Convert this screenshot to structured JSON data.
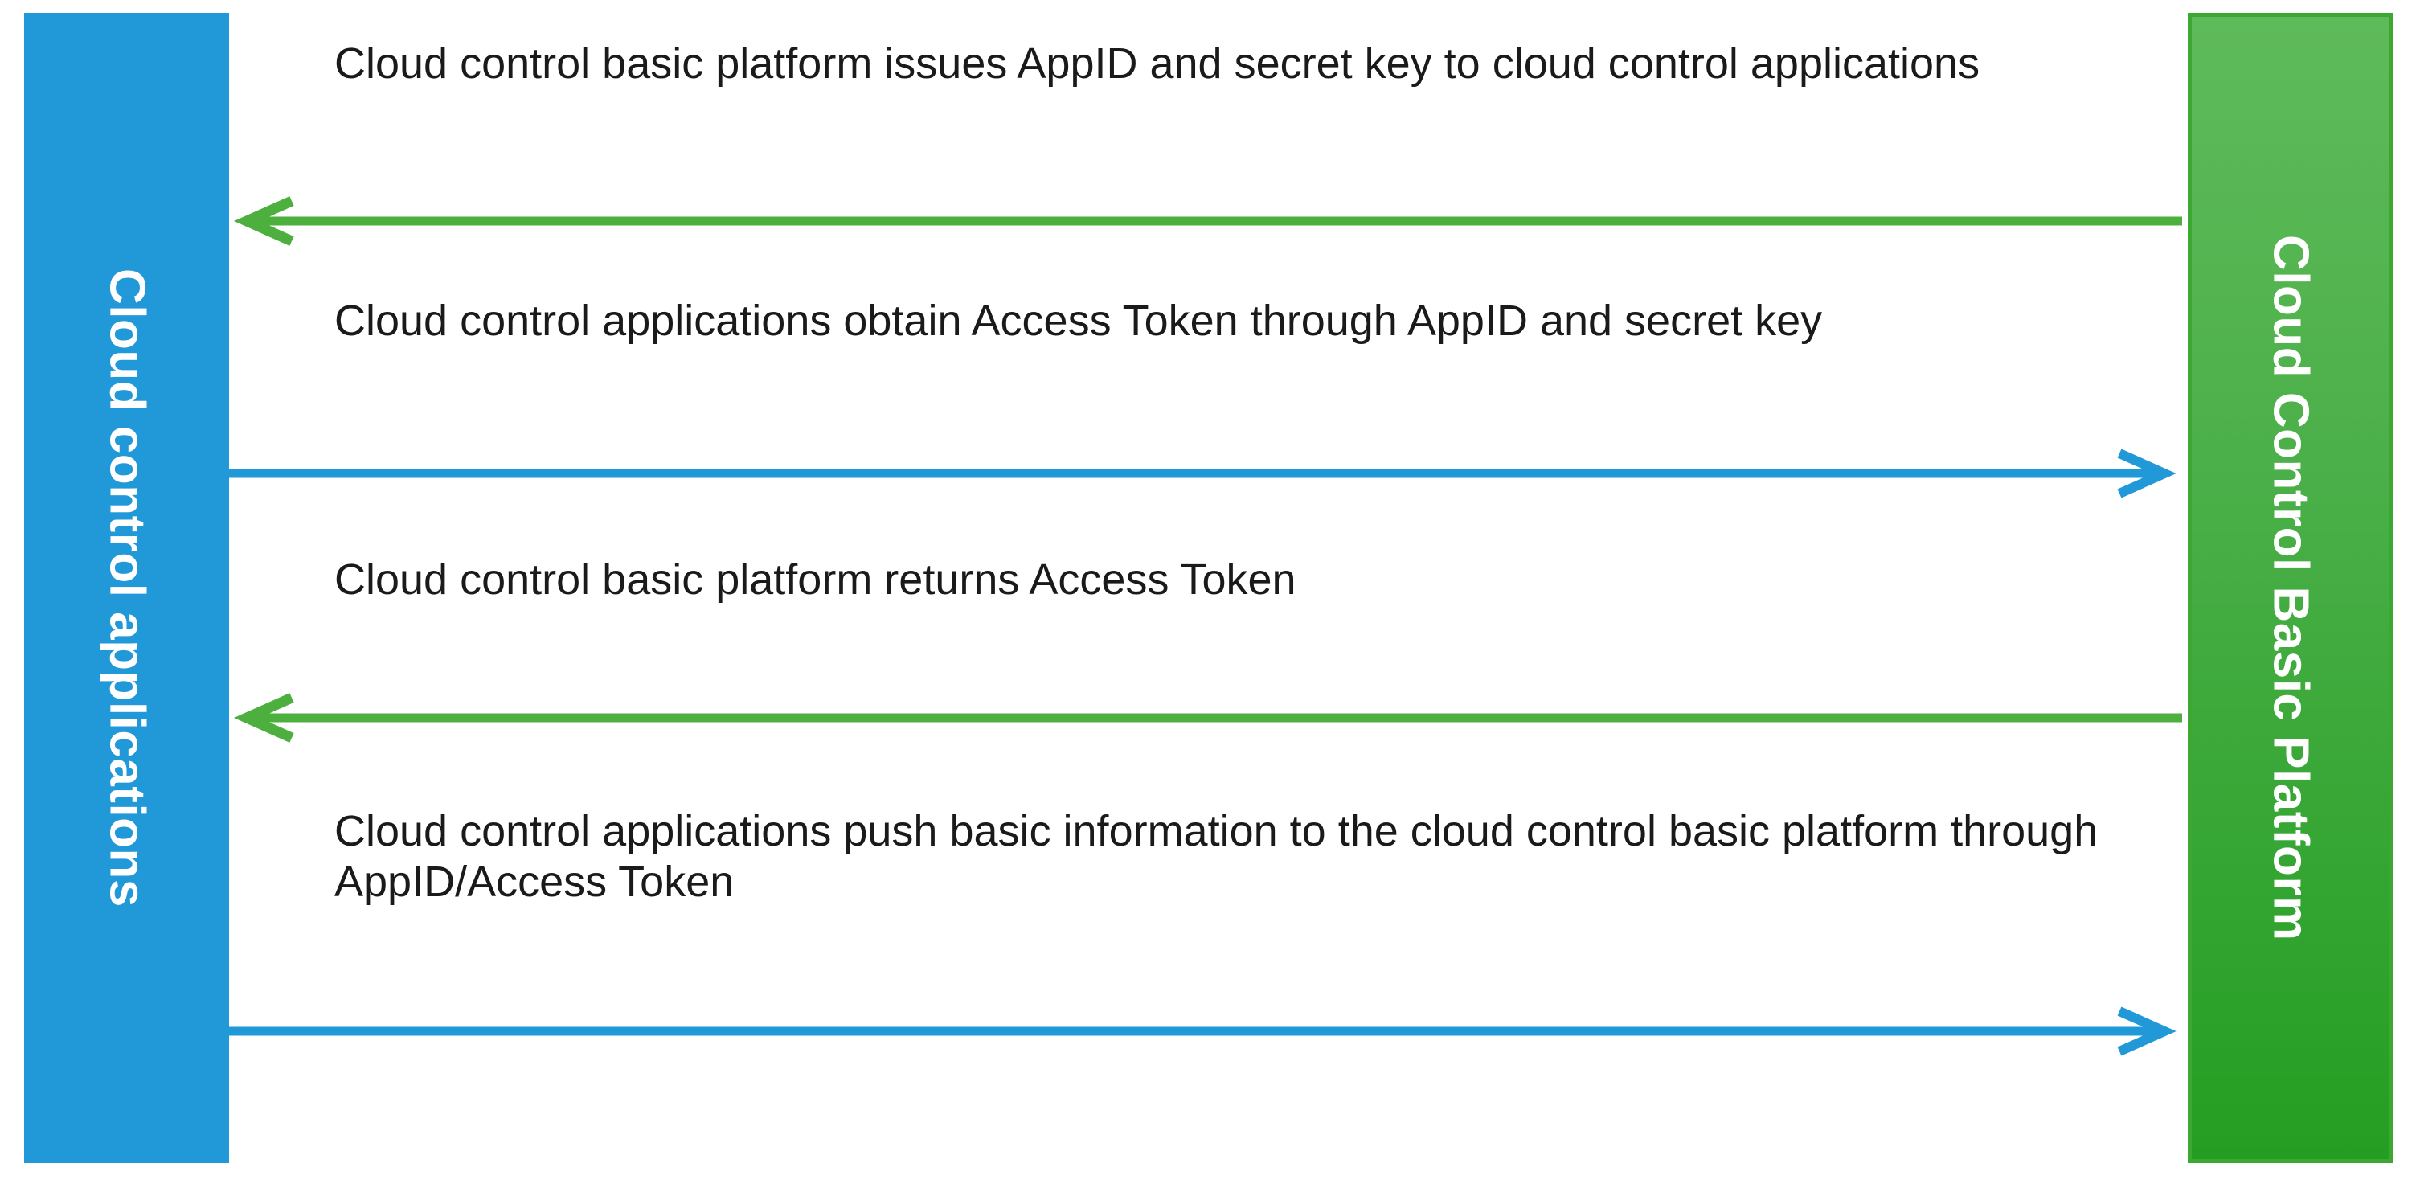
{
  "diagram": {
    "type": "sequence-diagram",
    "title": "",
    "background_color": "#FFFFFF",
    "actors": [
      {
        "id": "cloud-control-applications",
        "label": "Cloud control applications",
        "side": "left",
        "fill_color": "#2199D8",
        "text_color": "#FFFFFF"
      },
      {
        "id": "cloud-control-basic-platform",
        "label": "Cloud Control Basic Platform",
        "side": "right",
        "fill_color_top": "#5FBB5A",
        "fill_color_bottom": "#249E22",
        "border_color": "#3CA832",
        "text_color": "#FFFFFF"
      }
    ],
    "messages": [
      {
        "index": 1,
        "label": "Cloud control basic platform issues AppID and secret key to cloud control applications",
        "direction": "right-to-left",
        "from": "cloud-control-basic-platform",
        "to": "cloud-control-applications",
        "color": "#4CAF3E",
        "arrowhead": "open-chevron"
      },
      {
        "index": 2,
        "label": "Cloud control applications obtain Access Token through AppID and secret key",
        "direction": "left-to-right",
        "from": "cloud-control-applications",
        "to": "cloud-control-basic-platform",
        "color": "#2199D8",
        "arrowhead": "open-chevron"
      },
      {
        "index": 3,
        "label": "Cloud control basic platform returns Access Token",
        "direction": "right-to-left",
        "from": "cloud-control-basic-platform",
        "to": "cloud-control-applications",
        "color": "#4CAF3E",
        "arrowhead": "open-chevron"
      },
      {
        "index": 4,
        "label": "Cloud control applications push basic information to the cloud control basic platform through AppID/Access Token",
        "direction": "left-to-right",
        "from": "cloud-control-applications",
        "to": "cloud-control-basic-platform",
        "color": "#2199D8",
        "arrowhead": "open-chevron"
      }
    ]
  }
}
